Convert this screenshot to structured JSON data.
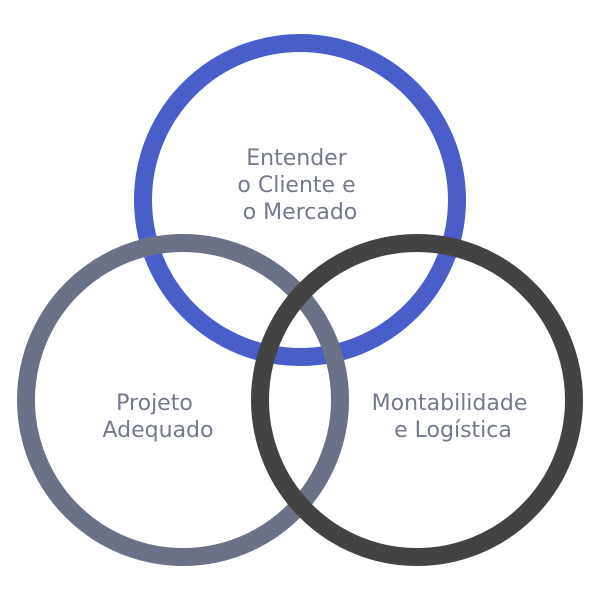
{
  "colors": {
    "background": "#ffffff",
    "label_text": "#747a8c",
    "circle_top": "#4a5ec9",
    "circle_left": "#6b7287",
    "circle_right": "#434343"
  },
  "circles": {
    "top": {
      "lines": [
        "Entender",
        "o Cliente e",
        "o Mercado"
      ]
    },
    "left": {
      "lines": [
        "Projeto",
        "Adequado"
      ]
    },
    "right": {
      "lines": [
        "Montabilidade",
        "e Logística"
      ]
    }
  }
}
